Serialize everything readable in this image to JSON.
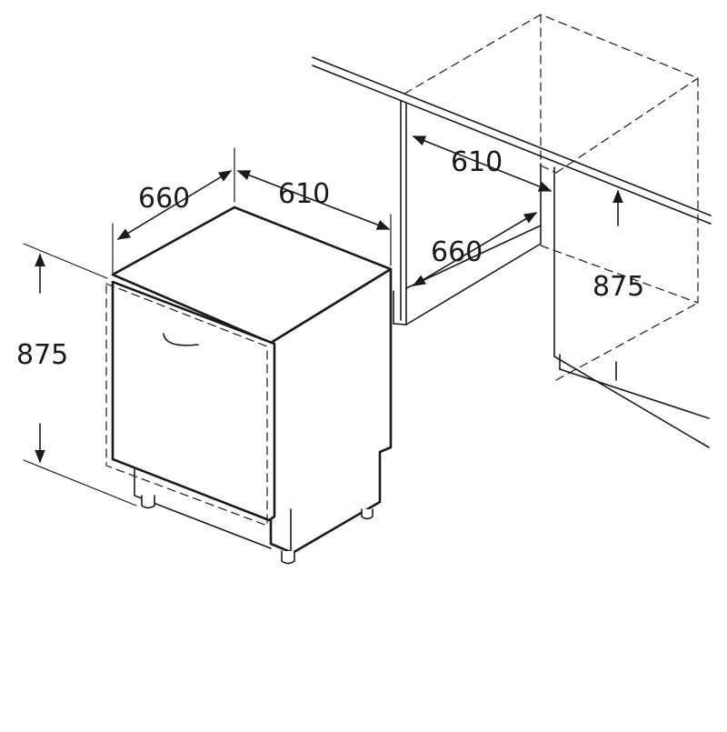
{
  "appliance": {
    "width_label": "610",
    "depth_label": "660",
    "height_label": "875"
  },
  "niche": {
    "width_label": "610",
    "depth_label": "660",
    "height_label": "875"
  },
  "colors": {
    "line": "#1a1a1a",
    "background": "#ffffff"
  }
}
